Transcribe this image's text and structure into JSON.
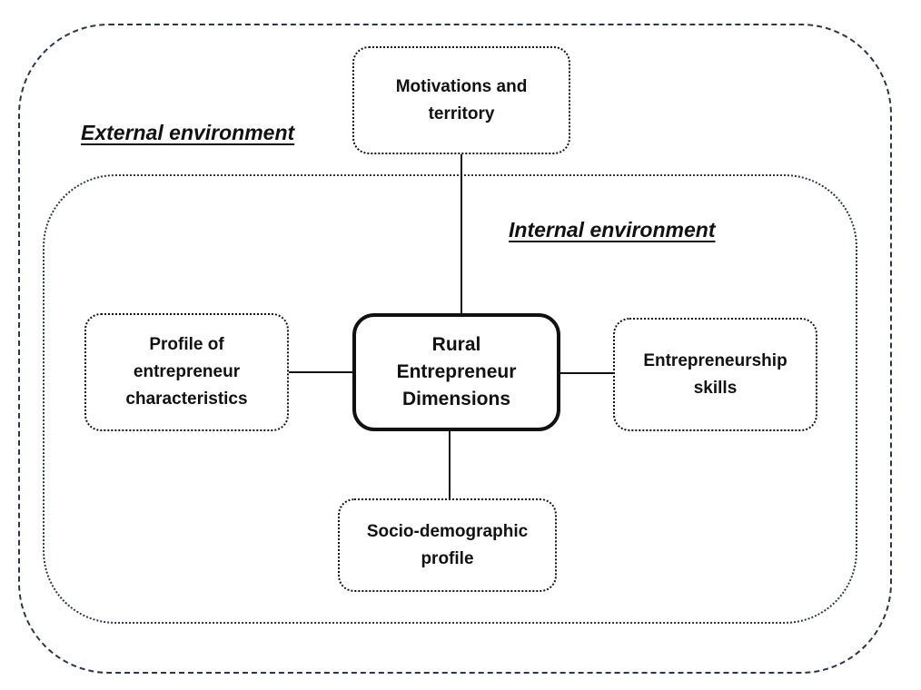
{
  "diagram": {
    "external_environment_label": "External environment",
    "internal_environment_label": "Internal environment",
    "nodes": {
      "center": "Rural\nEntrepreneur\nDimensions",
      "top": "Motivations and\nterritory",
      "left": "Profile of\nentrepreneur\ncharacteristics",
      "right": "Entrepreneurship\nskills",
      "bottom": "Socio-demographic\nprofile"
    },
    "colors": {
      "envelope_border": "#2b3648",
      "node_border": "#111111",
      "text": "#111111",
      "background": "#ffffff"
    }
  }
}
